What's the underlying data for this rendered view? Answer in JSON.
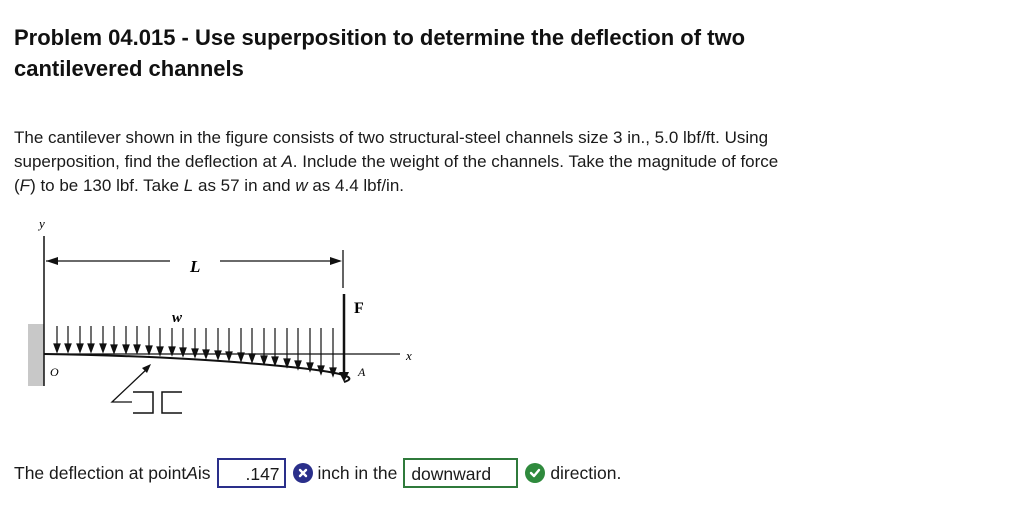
{
  "problem": {
    "title_line1": "Problem 04.015 - Use superposition to determine the deflection of two",
    "title_line2": "cantilevered channels",
    "text": {
      "p1": "The cantilever shown in the figure consists of two structural-steel channels size 3 in., 5.0 lbf/ft. Using",
      "p2a": "superposition, find the deflection at ",
      "p2_A": "A",
      "p2b": ". Include the weight of the channels. Take the magnitude of force",
      "p3_open": "(",
      "p3_F": "F",
      "p3a": ") to be 130 lbf. Take ",
      "p3_L": "L",
      "p3b": " as 57 in and ",
      "p3_w": "w",
      "p3c": " as 4.4 lbf/in."
    }
  },
  "figure": {
    "labels": {
      "y": "y",
      "x": "x",
      "L": "L",
      "F": "F",
      "w": "w",
      "O": "O",
      "A": "A"
    },
    "wall_color": "#c8c8c8",
    "line_color": "#111111"
  },
  "answer": {
    "prefix": "The deflection at point ",
    "point": "A",
    "is": " is",
    "deflection_value": ".147",
    "deflection_status": "incorrect",
    "unit_text": "inch in the",
    "direction_value": "downward",
    "direction_status": "correct",
    "suffix": "direction.",
    "colors": {
      "incorrect": "#2a2f8a",
      "correct": "#2f8a3d"
    }
  }
}
